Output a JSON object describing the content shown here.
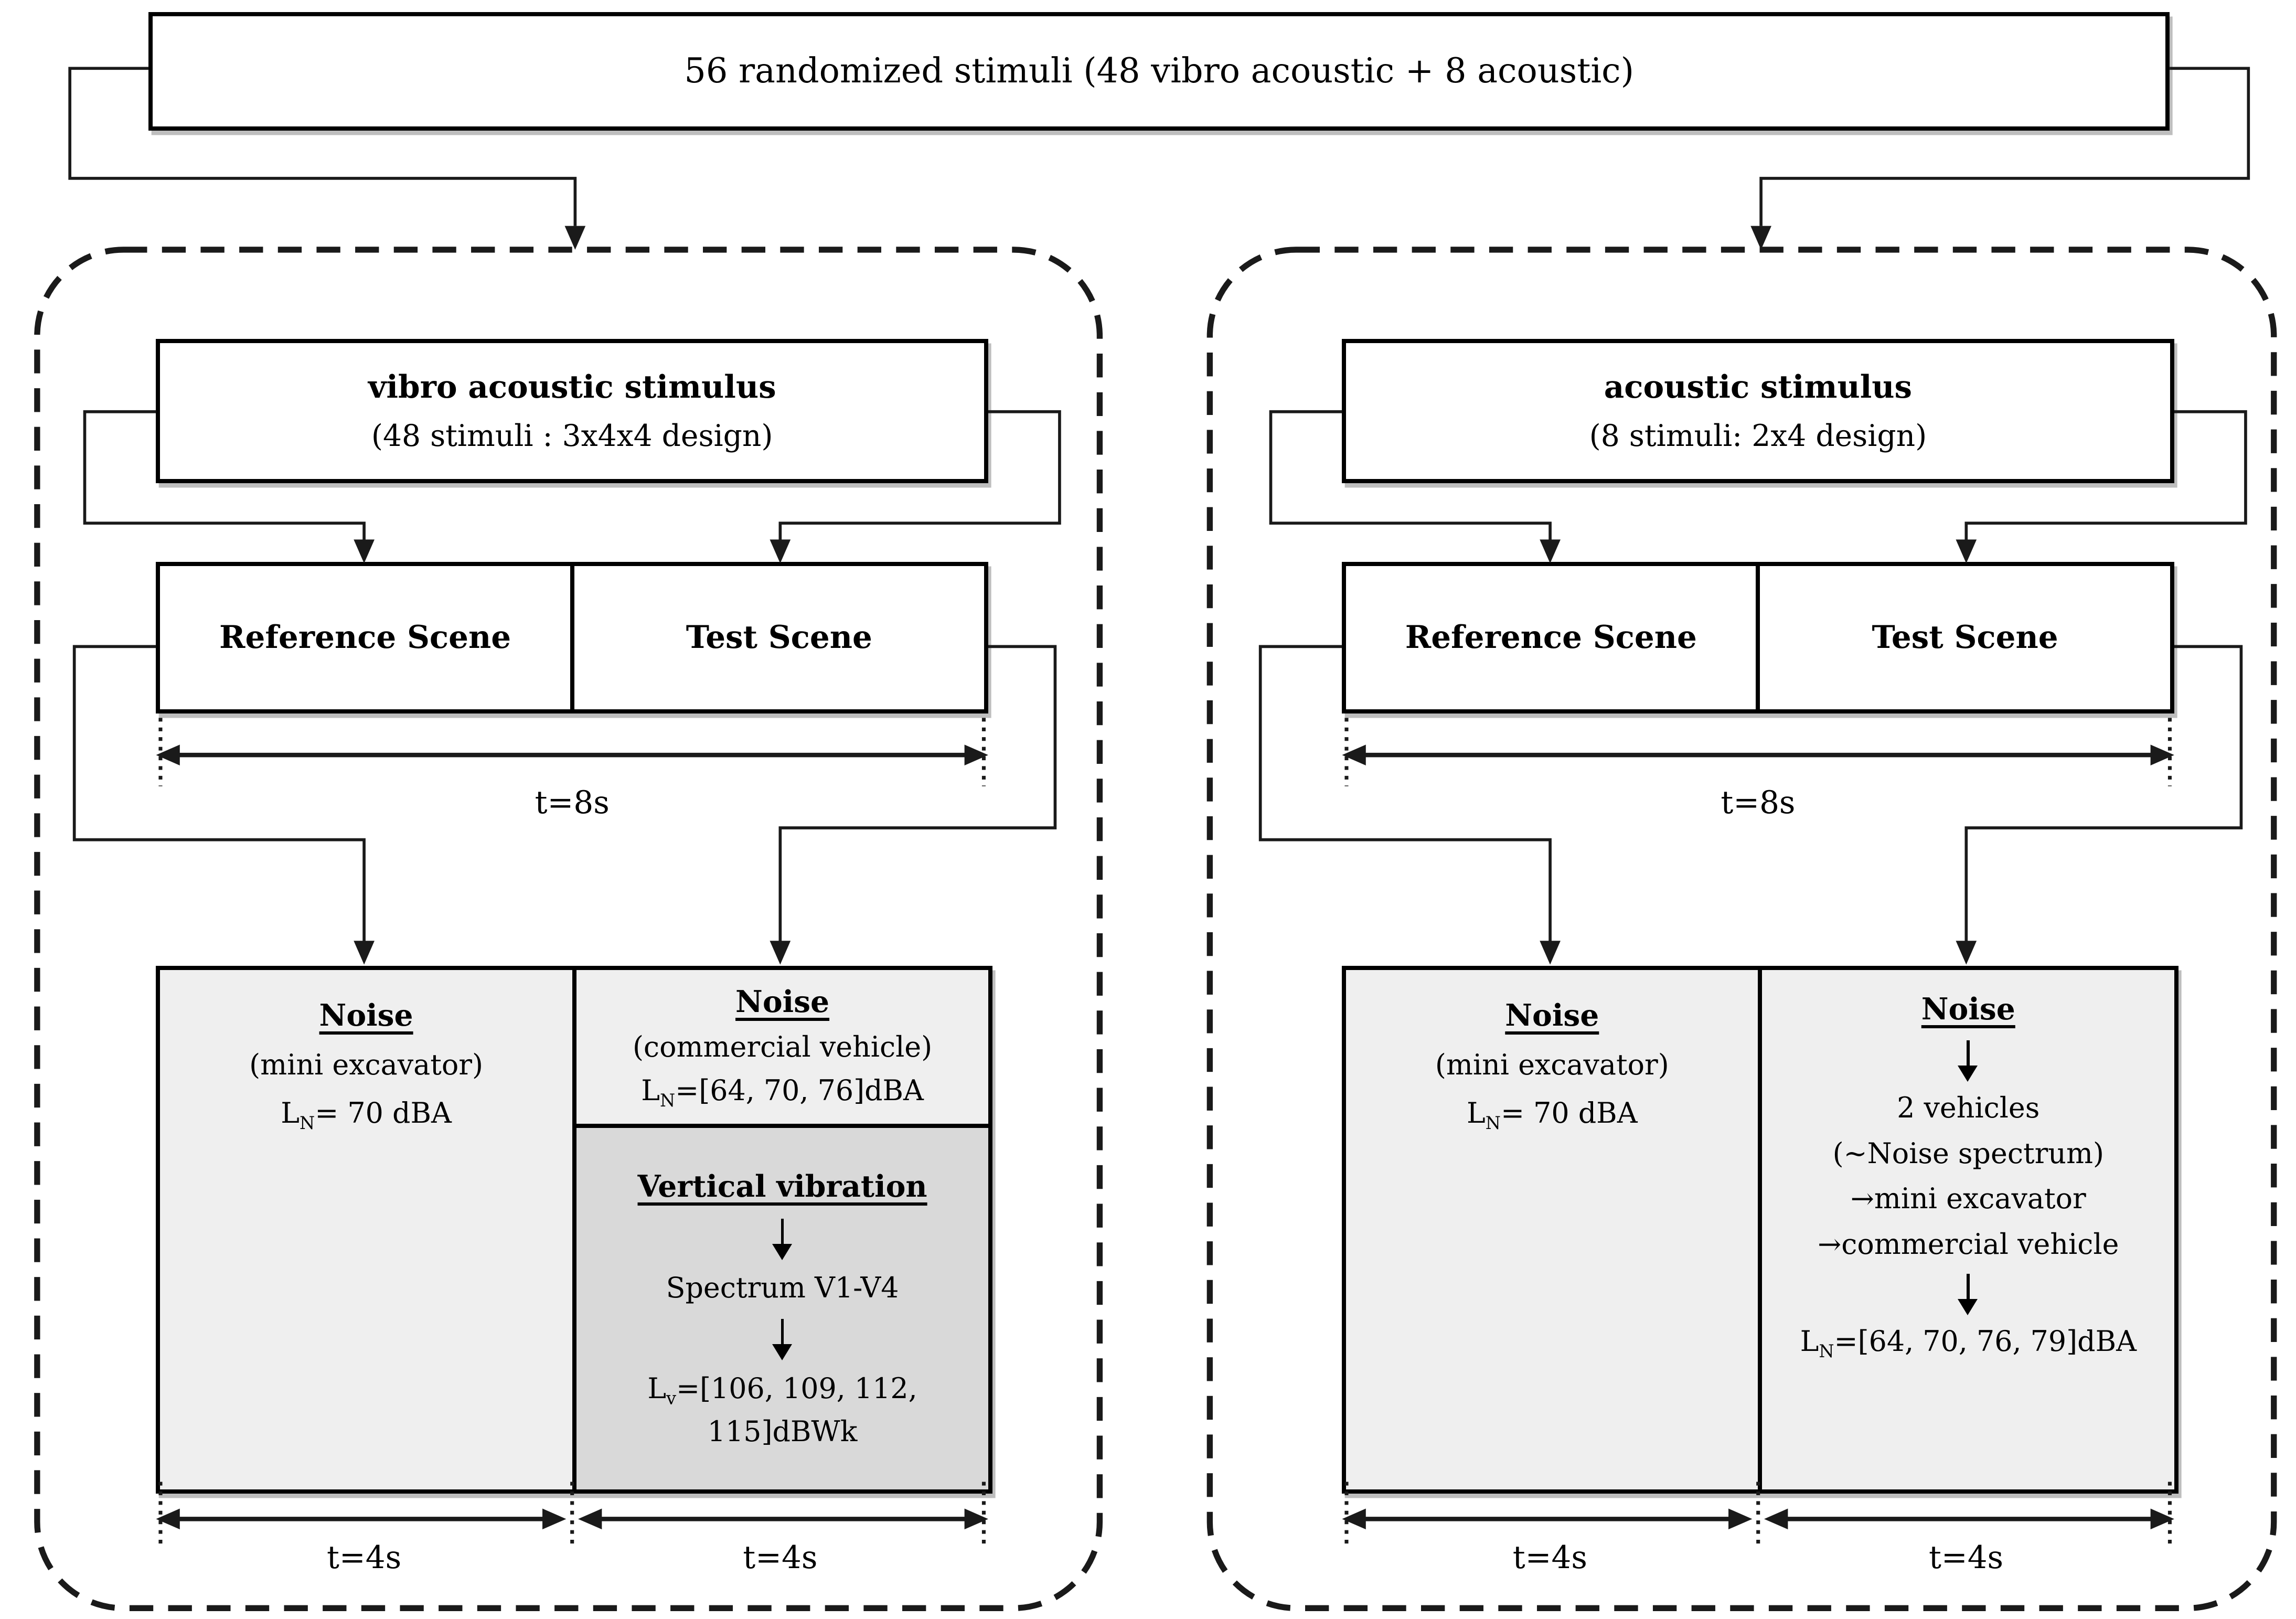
{
  "top_box": {
    "label": "56 randomized stimuli (48 vibro acoustic + 8 acoustic)"
  },
  "time_labels": {
    "total": "t=8s",
    "half": "t=4s"
  },
  "branches": [
    {
      "header": {
        "title": "vibro acoustic stimulus",
        "subtitle": "(48 stimuli : 3x4x4 design)"
      },
      "scenes": {
        "reference": "Reference Scene",
        "test": "Test Scene"
      },
      "noise_left": {
        "title": "Noise",
        "subtitle": "(mini excavator)",
        "level": {
          "base": "L",
          "sub": "N",
          "value": "= 70 dBA"
        }
      },
      "noise_right": {
        "title": "Noise",
        "subtitle": "(commercial vehicle)",
        "level": {
          "base": "L",
          "sub": "N",
          "value": "=[64, 70, 76]dBA"
        }
      },
      "vibration": {
        "title": "Vertical vibration",
        "spectrum": "Spectrum V1-V4",
        "level": {
          "base": "L",
          "sub": "v",
          "value": "=[106, 109, 112, 115]dBWk"
        }
      }
    },
    {
      "header": {
        "title": "acoustic stimulus",
        "subtitle": "(8 stimuli: 2x4 design)"
      },
      "scenes": {
        "reference": "Reference Scene",
        "test": "Test Scene"
      },
      "noise_left": {
        "title": "Noise",
        "subtitle": "(mini excavator)",
        "level": {
          "base": "L",
          "sub": "N",
          "value": "= 70 dBA"
        }
      },
      "noise_right": {
        "title": "Noise",
        "lines": [
          "2 vehicles",
          "(~Noise spectrum)",
          "→mini excavator",
          "→commercial vehicle"
        ],
        "level": {
          "base": "L",
          "sub": "N",
          "value": "=[64, 70, 76, 79]dBA"
        }
      }
    }
  ],
  "colors": {
    "cell_light": "#efefef",
    "cell_dark": "#d9d9d9",
    "line": "#1a1a1a"
  }
}
